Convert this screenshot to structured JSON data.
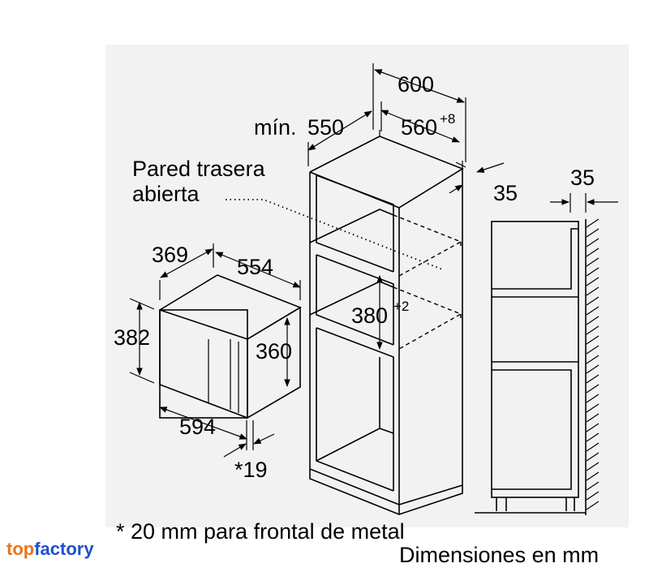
{
  "labels": {
    "width_600": "600",
    "min_550_prefix": "mín.",
    "min_550_value": "550",
    "dim_560": "560",
    "dim_560_tol": "+8",
    "pared_line1": "Pared trasera",
    "pared_line2": "abierta",
    "dim_35_right": "35",
    "dim_35_wall": "35",
    "dim_369": "369",
    "dim_554": "554",
    "dim_382": "382",
    "dim_360": "360",
    "dim_380": "380",
    "dim_380_tol": "+2",
    "dim_594": "594",
    "dim_19": "*19",
    "footnote": "* 20 mm para frontal de metal",
    "units": "Dimensiones en mm"
  },
  "brand": {
    "part1": "top",
    "part2": "factory"
  }
}
